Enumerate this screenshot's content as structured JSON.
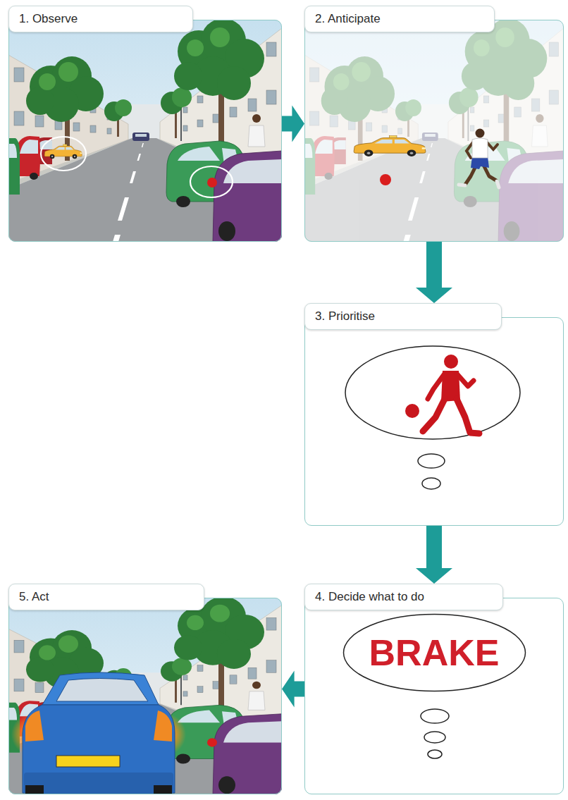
{
  "diagram": {
    "nodes": [
      {
        "text": [
          "1. Observe"
        ]
      },
      {
        "text": [
          "2. Anticipate"
        ]
      },
      {
        "text": [
          "3. Prioritise"
        ]
      },
      {
        "text": [
          "4. Decide what to do"
        ]
      },
      {
        "text": [
          "BRAKE"
        ],
        "in": 3
      },
      {
        "text": [
          "5. Act"
        ]
      }
    ],
    "edges": [
      {
        "from": 0,
        "to": 1,
        "arrow": "to"
      },
      {
        "from": 1,
        "to": 2,
        "arrow": "to"
      },
      {
        "from": 2,
        "to": 3,
        "arrow": "to"
      },
      {
        "from": 3,
        "to": 5,
        "arrow": "to"
      }
    ]
  }
}
